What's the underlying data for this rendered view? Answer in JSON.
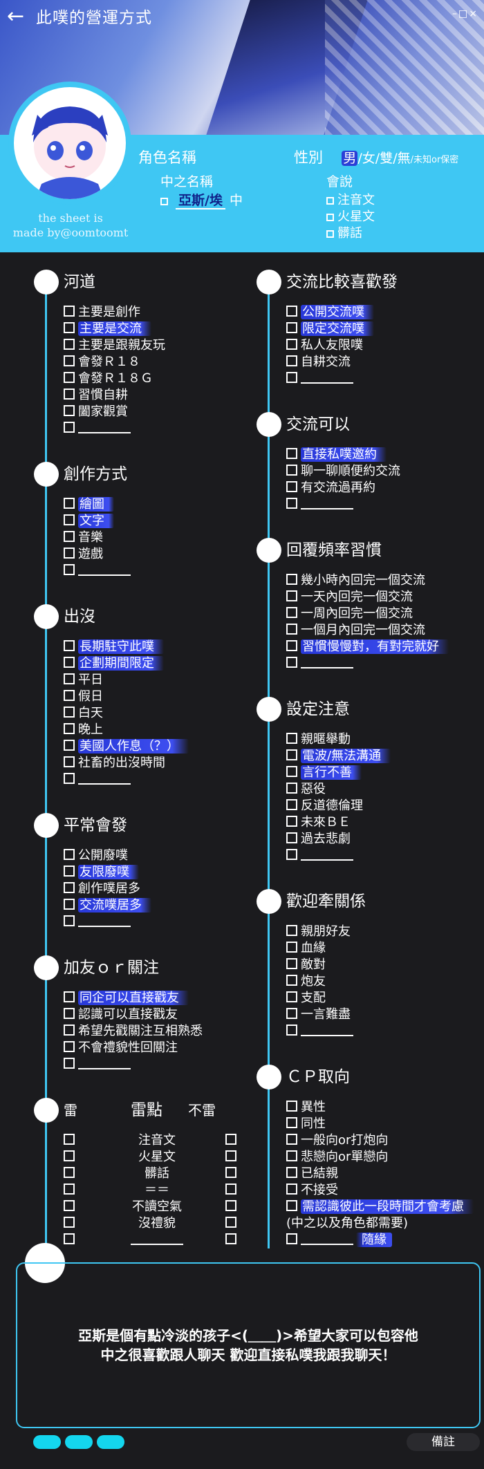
{
  "title": "此噗的營運方式",
  "window_controls": "–□×",
  "credit": [
    "the sheet is",
    "made by@oomtoomt"
  ],
  "profile": {
    "char_name_label": "角色名稱",
    "inner_name_label": "中之名稱",
    "inner_name_value": "亞斯/埃",
    "inner_name_suffix": "中",
    "gender_label": "性別",
    "gender_options": [
      "男",
      "/女",
      "/雙",
      "/無",
      "/未知or保密"
    ],
    "speak_label": "會說",
    "speak_options": [
      "注音文",
      "火星文",
      "髒話"
    ]
  },
  "left_sections": [
    {
      "title": "河道",
      "items": [
        {
          "label": "主要是創作",
          "hl": false
        },
        {
          "label": "主要是交流",
          "hl": true
        },
        {
          "label": "主要是跟親友玩",
          "hl": false
        },
        {
          "label": "會發Ｒ１８",
          "hl": false
        },
        {
          "label": "會發Ｒ１８Ｇ",
          "hl": false
        },
        {
          "label": "習慣自耕",
          "hl": false
        },
        {
          "label": "闔家觀賞",
          "hl": false
        },
        {
          "label": "",
          "hl": false,
          "blank": true
        }
      ]
    },
    {
      "title": "創作方式",
      "items": [
        {
          "label": "繪圖",
          "hl": true
        },
        {
          "label": "文字",
          "hl": true
        },
        {
          "label": "音樂",
          "hl": false
        },
        {
          "label": "遊戲",
          "hl": false
        },
        {
          "label": "",
          "hl": false,
          "blank": true
        }
      ]
    },
    {
      "title": "出沒",
      "items": [
        {
          "label": "長期駐守此噗",
          "hl": true
        },
        {
          "label": "企劃期間限定",
          "hl": true
        },
        {
          "label": "平日",
          "hl": false
        },
        {
          "label": "假日",
          "hl": false
        },
        {
          "label": "白天",
          "hl": false
        },
        {
          "label": "晚上",
          "hl": false
        },
        {
          "label": "美國人作息（？）",
          "hl": true
        },
        {
          "label": "社畜的出沒時間",
          "hl": false
        },
        {
          "label": "",
          "hl": false,
          "blank": true
        }
      ]
    },
    {
      "title": "平常會發",
      "items": [
        {
          "label": "公開廢噗",
          "hl": false
        },
        {
          "label": "友限廢噗",
          "hl": true
        },
        {
          "label": "創作噗居多",
          "hl": false
        },
        {
          "label": "交流噗居多",
          "hl": true
        },
        {
          "label": "",
          "hl": false,
          "blank": true
        }
      ]
    },
    {
      "title": "加友ｏｒ關注",
      "items": [
        {
          "label": "同企可以直接戳友",
          "hl": true
        },
        {
          "label": "認識可以直接戳友",
          "hl": false
        },
        {
          "label": "希望先戳關注互相熟悉",
          "hl": false
        },
        {
          "label": "不會禮貌性回關注",
          "hl": false
        },
        {
          "label": "",
          "hl": false,
          "blank": true
        }
      ]
    }
  ],
  "lei": {
    "left_header": "雷",
    "mid_header": "雷點",
    "right_header": "不雷",
    "rows": [
      "注音文",
      "火星文",
      "髒話",
      "＝＝",
      "不讀空氣",
      "沒禮貌",
      ""
    ]
  },
  "right_sections": [
    {
      "title": "交流比較喜歡發",
      "items": [
        {
          "label": "公開交流噗",
          "hl": true
        },
        {
          "label": "限定交流噗",
          "hl": true
        },
        {
          "label": "私人友限噗",
          "hl": false
        },
        {
          "label": "自耕交流",
          "hl": false
        },
        {
          "label": "",
          "hl": false,
          "blank": true
        }
      ]
    },
    {
      "title": "交流可以",
      "items": [
        {
          "label": "直接私噗邀約",
          "hl": true
        },
        {
          "label": "聊一聊順便約交流",
          "hl": false
        },
        {
          "label": "有交流過再約",
          "hl": false
        },
        {
          "label": "",
          "hl": false,
          "blank": true
        }
      ]
    },
    {
      "title": "回覆頻率習慣",
      "items": [
        {
          "label": "幾小時內回完一個交流",
          "hl": false
        },
        {
          "label": "一天內回完一個交流",
          "hl": false
        },
        {
          "label": "一周內回完一個交流",
          "hl": false
        },
        {
          "label": "一個月內回完一個交流",
          "hl": false
        },
        {
          "label": "習慣慢慢對，有對完就好",
          "hl": true
        },
        {
          "label": "",
          "hl": false,
          "blank": true
        }
      ]
    },
    {
      "title": "設定注意",
      "items": [
        {
          "label": "親暱舉動",
          "hl": false
        },
        {
          "label": "電波/無法溝通",
          "hl": true
        },
        {
          "label": "言行不善",
          "hl": true
        },
        {
          "label": "惡役",
          "hl": false
        },
        {
          "label": "反道德倫理",
          "hl": false
        },
        {
          "label": "未來ＢＥ",
          "hl": false
        },
        {
          "label": "過去悲劇",
          "hl": false
        },
        {
          "label": "",
          "hl": false,
          "blank": true
        }
      ]
    },
    {
      "title": "歡迎牽關係",
      "items": [
        {
          "label": "親朋好友",
          "hl": false
        },
        {
          "label": "血緣",
          "hl": false
        },
        {
          "label": "敵對",
          "hl": false
        },
        {
          "label": "炮友",
          "hl": false
        },
        {
          "label": "支配",
          "hl": false
        },
        {
          "label": "一言難盡",
          "hl": false
        },
        {
          "label": "",
          "hl": false,
          "blank": true
        }
      ]
    },
    {
      "title": "ＣＰ取向",
      "items": [
        {
          "label": "異性",
          "hl": false
        },
        {
          "label": "同性",
          "hl": false
        },
        {
          "label": "一般向or打炮向",
          "hl": false
        },
        {
          "label": "悲戀向or單戀向",
          "hl": false
        },
        {
          "label": "已結親",
          "hl": false
        },
        {
          "label": "不接受",
          "hl": false
        },
        {
          "label": "需認識彼此一段時間才會考慮",
          "hl": true
        },
        {
          "label": "(中之以及角色都需要)",
          "hl": false,
          "nobox": true
        },
        {
          "label": "",
          "hl": false,
          "blank": true,
          "suffix": "隨緣"
        }
      ]
    }
  ],
  "message": [
    "亞斯是個有點冷淡的孩子<(＿＿)>希望大家可以包容他",
    "中之很喜歡跟人聊天 歡迎直接私噗我跟我聊天！"
  ],
  "note_label": "備註"
}
